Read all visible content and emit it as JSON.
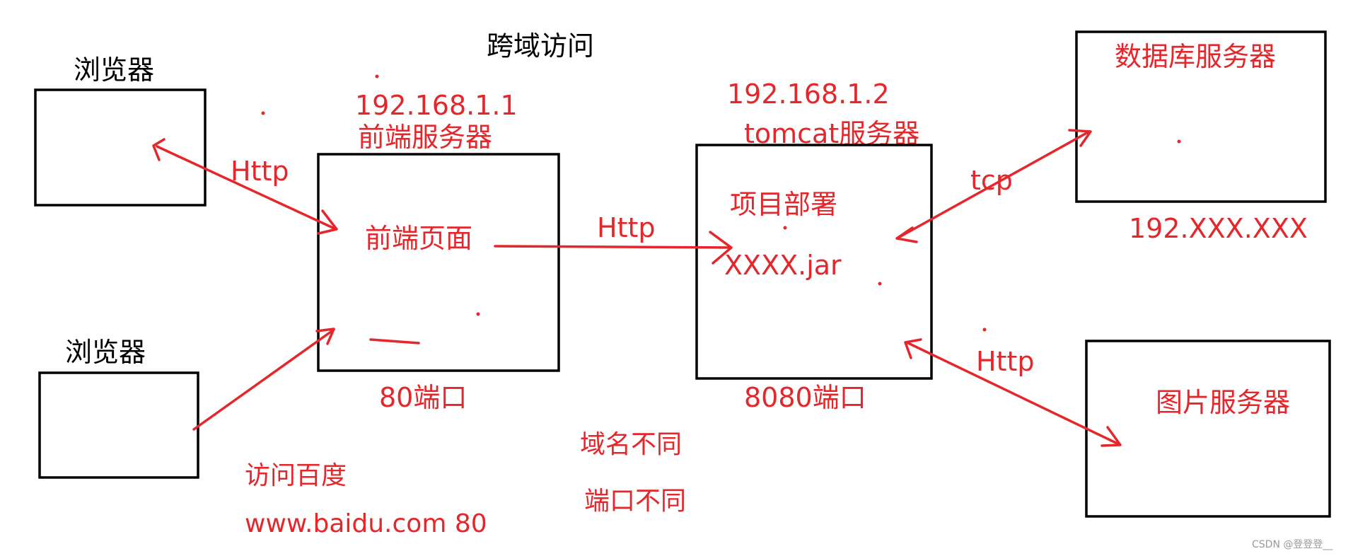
{
  "title": "跨域访问",
  "colors": {
    "ink": "#000000",
    "annotation": "#e5262a",
    "watermark": "#999999"
  },
  "nodes": {
    "browser_top": {
      "label": "浏览器"
    },
    "browser_bottom": {
      "label": "浏览器"
    },
    "frontend": {
      "ip": "192.168.1.1",
      "name": "前端服务器",
      "content": "前端页面",
      "port": "80端口"
    },
    "tomcat": {
      "ip": "192.168.1.2",
      "name": "tomcat服务器",
      "content_title": "项目部署",
      "content_file": "XXXX.jar",
      "port": "8080端口"
    },
    "database": {
      "name": "数据库服务器",
      "ip": "192.XXX.XXX"
    },
    "image_server": {
      "name": "图片服务器"
    }
  },
  "edges": {
    "browser_frontend": "Http",
    "frontend_tomcat": "Http",
    "tomcat_database": "tcp",
    "tomcat_image": "Http"
  },
  "notes": {
    "visit_baidu": "访问百度",
    "baidu_url": "www.baidu.com 80",
    "domain_diff": "域名不同",
    "port_diff": "端口不同"
  },
  "watermark": "CSDN @登登登__"
}
